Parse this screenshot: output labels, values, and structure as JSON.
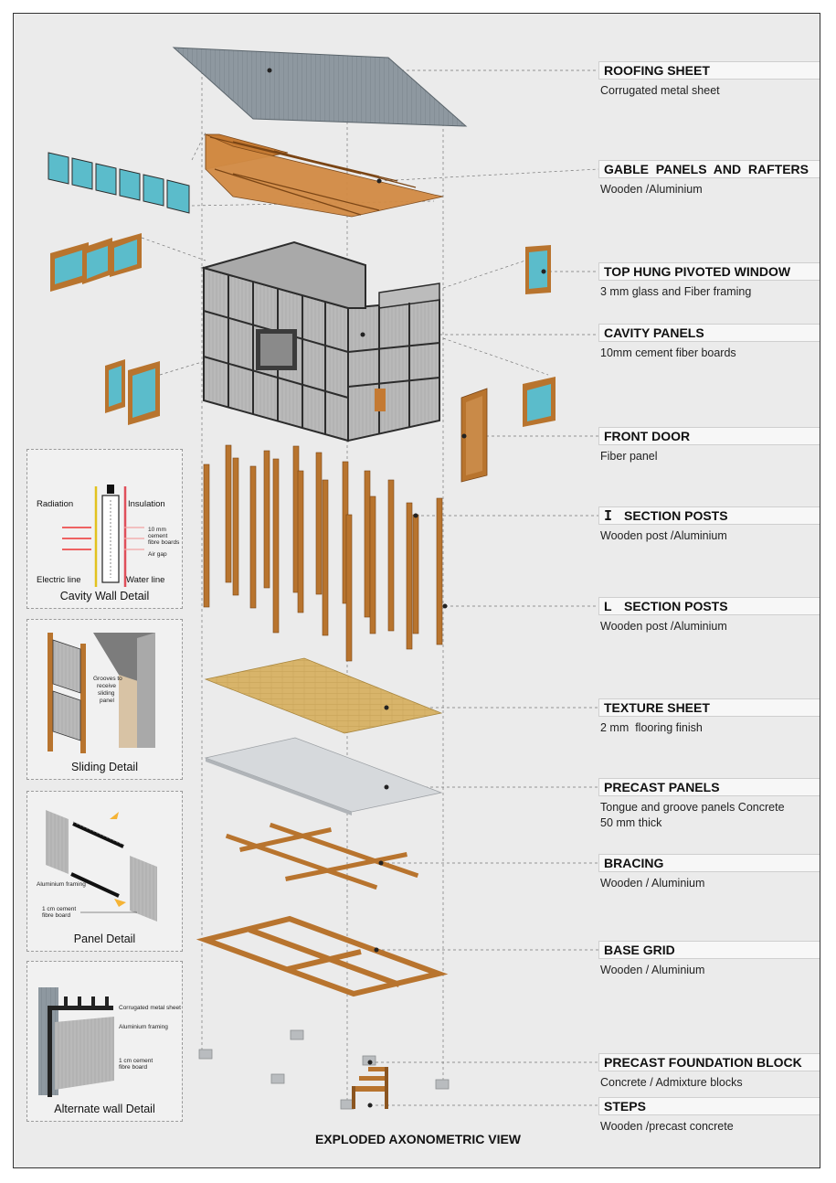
{
  "title": "EXPLODED AXONOMETRIC VIEW",
  "components": [
    {
      "title": "ROOFING SHEET",
      "subtitle": "Corrugated metal sheet"
    },
    {
      "title": "GABLE  PANELS  AND  RAFTERS",
      "subtitle": "Wooden /Aluminium"
    },
    {
      "title": "TOP HUNG PIVOTED WINDOW",
      "subtitle": "3 mm glass and Fiber framing"
    },
    {
      "title": "CAVITY PANELS",
      "subtitle": "10mm cement fiber boards"
    },
    {
      "title": "FRONT DOOR",
      "subtitle": "Fiber panel"
    },
    {
      "title": "SECTION POSTS",
      "subtitle": "Wooden post /Aluminium"
    },
    {
      "title": "SECTION POSTS",
      "subtitle": "Wooden post /Aluminium"
    },
    {
      "title": "TEXTURE SHEET",
      "subtitle": "2 mm  flooring finish"
    },
    {
      "title": "PRECAST PANELS",
      "subtitle": "Tongue and groove panels Concrete",
      "subtitle2": "50 mm thick"
    },
    {
      "title": "BRACING",
      "subtitle": "Wooden / Aluminium"
    },
    {
      "title": "BASE GRID",
      "subtitle": "Wooden / Aluminium"
    },
    {
      "title": "PRECAST FOUNDATION BLOCK",
      "subtitle": "Concrete / Admixture blocks"
    },
    {
      "title": "STEPS",
      "subtitle": "Wooden /precast concrete"
    }
  ],
  "section_glyphs": {
    "i_section": "I",
    "l_section": "L"
  },
  "details": {
    "cavity": {
      "caption": "Cavity Wall Detail",
      "radiation": "Radiation",
      "insulation": "Insulation",
      "electric": "Electric line",
      "water": "Water line",
      "boards_1": "10 mm",
      "boards_2": "cement",
      "boards_3": "fibre boards",
      "air_gap": "Air gap"
    },
    "sliding": {
      "caption": "Sliding Detail",
      "grooves_1": "Grooves to",
      "grooves_2": "receive",
      "grooves_3": "sliding",
      "grooves_4": "panel"
    },
    "panel": {
      "caption": "Panel Detail",
      "framing": "Aluminium framing",
      "board_1": "1 cm cement",
      "board_2": "fibre board"
    },
    "alternate": {
      "caption": "Alternate wall Detail",
      "sheet": "Corrugated metal sheet",
      "framing": "Aluminium framing",
      "board_1": "1 cm cement",
      "board_2": "fibre board"
    }
  },
  "colors": {
    "wood": "#b8742e",
    "glass": "#5bbccb",
    "panel": "#b5b5b5",
    "frame": "#2c2c2c",
    "floor": "#d8b46a",
    "concrete": "#cfd2d5",
    "roof": "#8e98a0"
  },
  "icons": [
    "i-section-icon",
    "l-section-icon",
    "leader-dot-icon"
  ]
}
